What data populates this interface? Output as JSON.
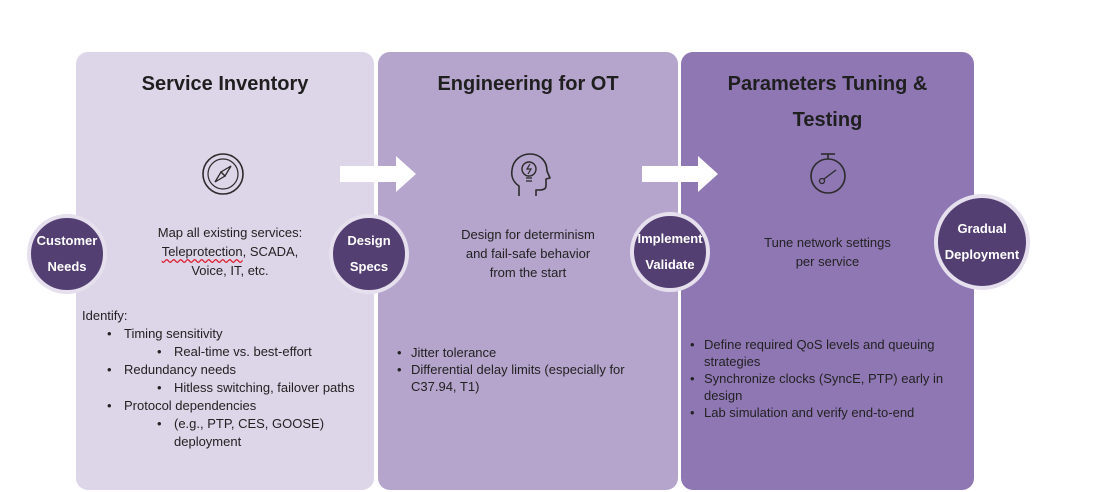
{
  "stages": [
    {
      "title": "Service Inventory",
      "icon": "compass-icon",
      "desc_lines": [
        "Map all existing services:",
        "Teleprotection",
        ", SCADA,",
        "Voice, IT, etc."
      ],
      "identify_label": "Identify:",
      "bullets": [
        {
          "text": "Timing sensitivity",
          "sub": [
            "Real-time vs. best-effort"
          ]
        },
        {
          "text": "Redundancy needs",
          "sub": [
            "Hitless switching, failover paths"
          ]
        },
        {
          "text": "Protocol dependencies",
          "sub": [
            "(e.g., PTP, CES, GOOSE)",
            "deployment"
          ]
        }
      ]
    },
    {
      "title": "Engineering for OT",
      "icon": "head-lightbulb-icon",
      "desc_lines": [
        "Design for determinism",
        "and fail-safe behavior",
        "from the start"
      ],
      "bullets": [
        "Jitter tolerance",
        "Differential delay limits (especially for",
        "C37.94, T1)"
      ]
    },
    {
      "title_lines": [
        "Parameters Tuning &",
        "Testing"
      ],
      "icon": "stopwatch-icon",
      "desc_lines": [
        "Tune network settings",
        "per service"
      ],
      "bullets": [
        "Define required QoS levels and queuing",
        "strategies",
        "Synchronize clocks (SyncE, PTP) early in",
        "design",
        "Lab simulation and verify end-to-end"
      ]
    }
  ],
  "milestones": [
    {
      "line1": "Customer",
      "line2": "Needs"
    },
    {
      "line1": "Design",
      "line2": "Specs"
    },
    {
      "line1": "Implement",
      "line2": "Validate"
    },
    {
      "line1": "Gradual",
      "line2": "Deployment"
    }
  ],
  "colors": {
    "panel1": "#ddd5e8",
    "panel2": "#b5a4cb",
    "panel3": "#8f77b4",
    "circle": "#533f72",
    "arrow": "#ffffff"
  }
}
